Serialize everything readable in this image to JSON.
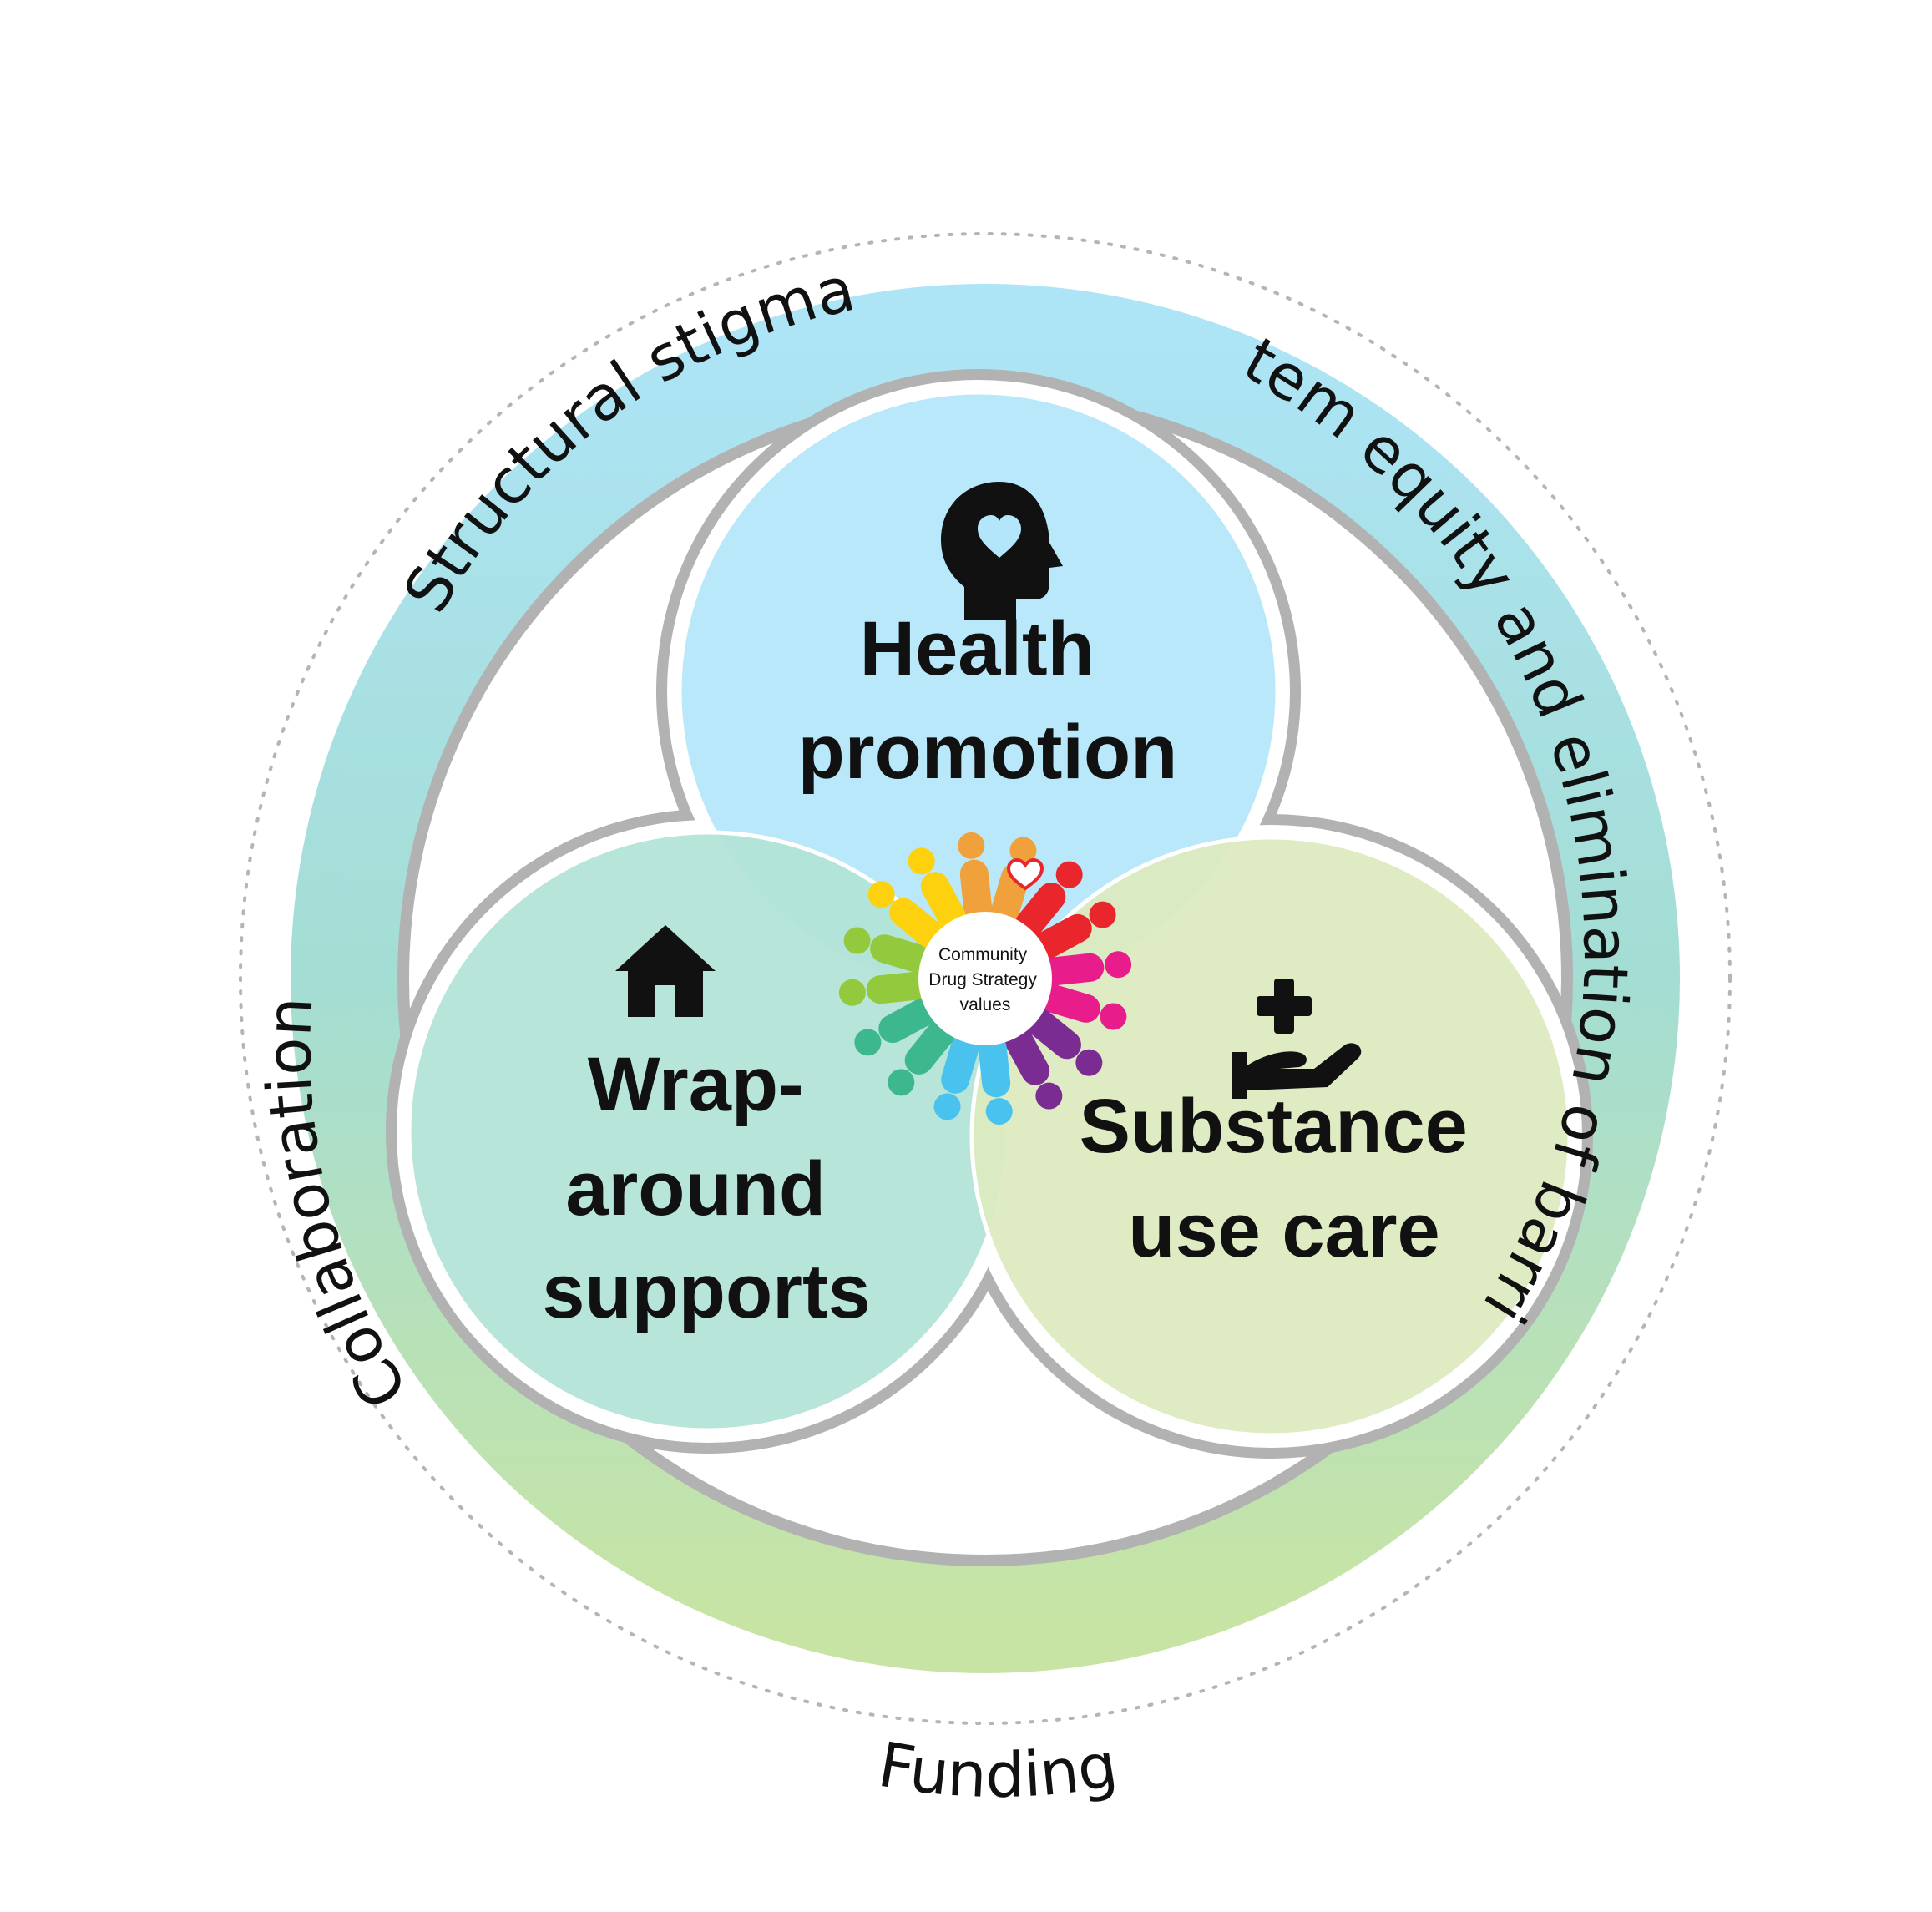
{
  "ring": {
    "segments": {
      "top_left": "Structural stigma",
      "right": "System equity and elimination of barriers",
      "left": "Collaboration",
      "bottom": "Funding"
    },
    "gradient_colors": [
      "#ADE4F6",
      "#A4DDD3",
      "#C7E4A4"
    ]
  },
  "circles": {
    "health": {
      "lines": [
        "Health",
        "promotion"
      ],
      "color": "#B3E6FA",
      "icon": "head-heart-icon"
    },
    "wrap": {
      "lines": [
        "Wrap-",
        "around",
        "supports"
      ],
      "color": "#B3E3D6",
      "icon": "house-icon"
    },
    "substance": {
      "lines": [
        "Substance",
        "use care"
      ],
      "color": "#DDEBBE",
      "icon": "hand-plus-icon"
    }
  },
  "center": {
    "lines": [
      "Community",
      "Drug Strategy",
      "values"
    ],
    "petal_colors": [
      "#F0A13B",
      "#F0A13B",
      "#E8262B",
      "#E8262B",
      "#E81C8A",
      "#E81C8A",
      "#7B2C93",
      "#7B2C93",
      "#49C3EE",
      "#49C3EE",
      "#3DB88E",
      "#3DB88E",
      "#93C93D",
      "#93C93D",
      "#FDD10E",
      "#FDD10E"
    ]
  }
}
